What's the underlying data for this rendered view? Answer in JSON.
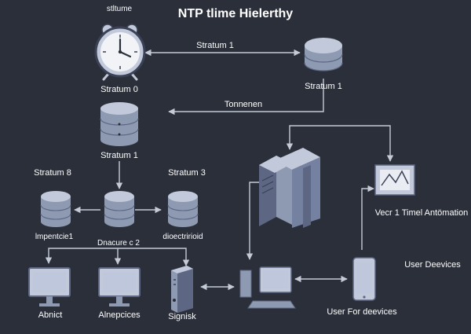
{
  "title": "NTP tlime Hielerthy",
  "clock_caption": "stltume",
  "nodes": {
    "stratum0": "Stratum 0",
    "stratum1_top": "Stratum 1",
    "stratum1_mid": "Stratum 1",
    "stratum8": "Stratum 8",
    "stratum3": "Stratum 3",
    "db_left": "lmpentcie1",
    "db_center": "Dnacure c 2",
    "db_right": "dioectririoid",
    "automation": "Vecr 1 Timel Antömation",
    "user_devices_right": "User Deevices",
    "user_devices_bottom": "User For deevices",
    "client1": "Abnict",
    "client2": "Alnepcices",
    "client3": "Signisk"
  },
  "edges": {
    "stratum1_link": "Stratum 1",
    "tonnenen": "Tonnenen"
  },
  "colors": {
    "background": "#2a2f3a",
    "line": "#c5cbd6",
    "device": "#8e99b2",
    "device_dark": "#5d6784",
    "device_light": "#c2c9da",
    "screen": "#bfc7dc"
  }
}
